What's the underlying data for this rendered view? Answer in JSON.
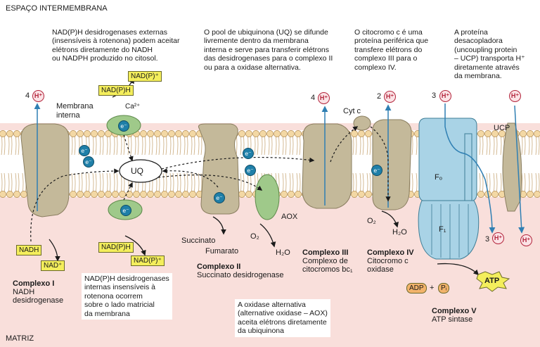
{
  "regions": {
    "top": "ESPAÇO INTERMEMBRANA",
    "bottom": "MATRIZ"
  },
  "info_boxes": {
    "nadph_external": [
      "NAD(P)H desidrogenases externas",
      "(insensíveis à rotenona) podem aceitar",
      "elétrons diretamente do NADH",
      "ou NADPH produzido no citosol."
    ],
    "ubiquinone_pool": [
      "O pool de ubiquinona (UQ) se difunde",
      "livremente dentro da membrana",
      "interna e serve para transferir elétrons",
      "das desidrogenases para o complexo II",
      "ou para a oxidase alternativa."
    ],
    "cytochrome_c": [
      "O citocromo c é uma",
      "proteína periférica que",
      "transfere elétrons do",
      "complexo III para o",
      "complexo IV."
    ],
    "ucp": [
      "A proteína",
      "desacopladora",
      "(uncoupling protein",
      "– UCP) transporta H⁺",
      "diretamente através",
      "da membrana."
    ],
    "nadph_internal": [
      "NAD(P)H desidrogenases",
      "internas insensíveis à",
      "rotenona ocorrem",
      "sobre o lado matricial",
      "da membrana"
    ],
    "aox": [
      "A oxidase alternativa",
      "(alternative oxidase – AOX)",
      "aceita elétrons diretamente",
      "da ubiquinona"
    ]
  },
  "labels": {
    "membrana": "Membrana",
    "interna": "interna",
    "ca": "Ca²⁺",
    "uq": "UQ",
    "cyt_c": "Cyt c",
    "aox": "AOX",
    "ucp": "UCP",
    "succinato": "Succinato",
    "fumarato": "Fumarato",
    "o2_a": "O₂",
    "h2o_a": "H₂O",
    "o2_b": "O₂",
    "h2o_b": "H₂O",
    "fo": "Fₒ",
    "f1": "F₁",
    "electron": "e⁻",
    "h_ion": "H⁺"
  },
  "tags": {
    "nadph_top": "NAD(P)H",
    "nadp_top": "NAD(P)⁺",
    "nadh": "NADH",
    "nad": "NAD⁺",
    "nadph_bottom": "NAD(P)H",
    "nadp_bottom": "NAD(P)⁺",
    "adp": "ADP",
    "pi": "Pᵢ",
    "atp": "ATP",
    "plus": "+"
  },
  "proton_counts": {
    "complex_i": "4",
    "complex_iii": "4",
    "complex_iv": "2",
    "atp_in": "3",
    "atp_out": "3"
  },
  "complexes": {
    "c1": {
      "title": "Complexo I",
      "line1": "NADH",
      "line2": "desidrogenase"
    },
    "c2": {
      "title": "Complexo II",
      "line1": "Succinato desidrogenase"
    },
    "c3": {
      "title": "Complexo III",
      "line1": "Complexo de",
      "line2": "citocromos bc₁"
    },
    "c4": {
      "title": "Complexo IV",
      "line1": "Citocromo c",
      "line2": "oxidase"
    },
    "c5": {
      "title": "Complexo V",
      "line1": "ATP sintase"
    }
  },
  "colors": {
    "matrix_bg": "#f9dfdb",
    "lipid_head": "#f3d8a4",
    "protein": "#c4b99a",
    "alt_green": "#9fc98a",
    "atp_synthase": "#a9d3e6",
    "proton": "#b3243b",
    "electron": "#1f7fa8",
    "proton_arrow": "#2f7fb3",
    "tag_yellow": "#f4ee5c"
  }
}
